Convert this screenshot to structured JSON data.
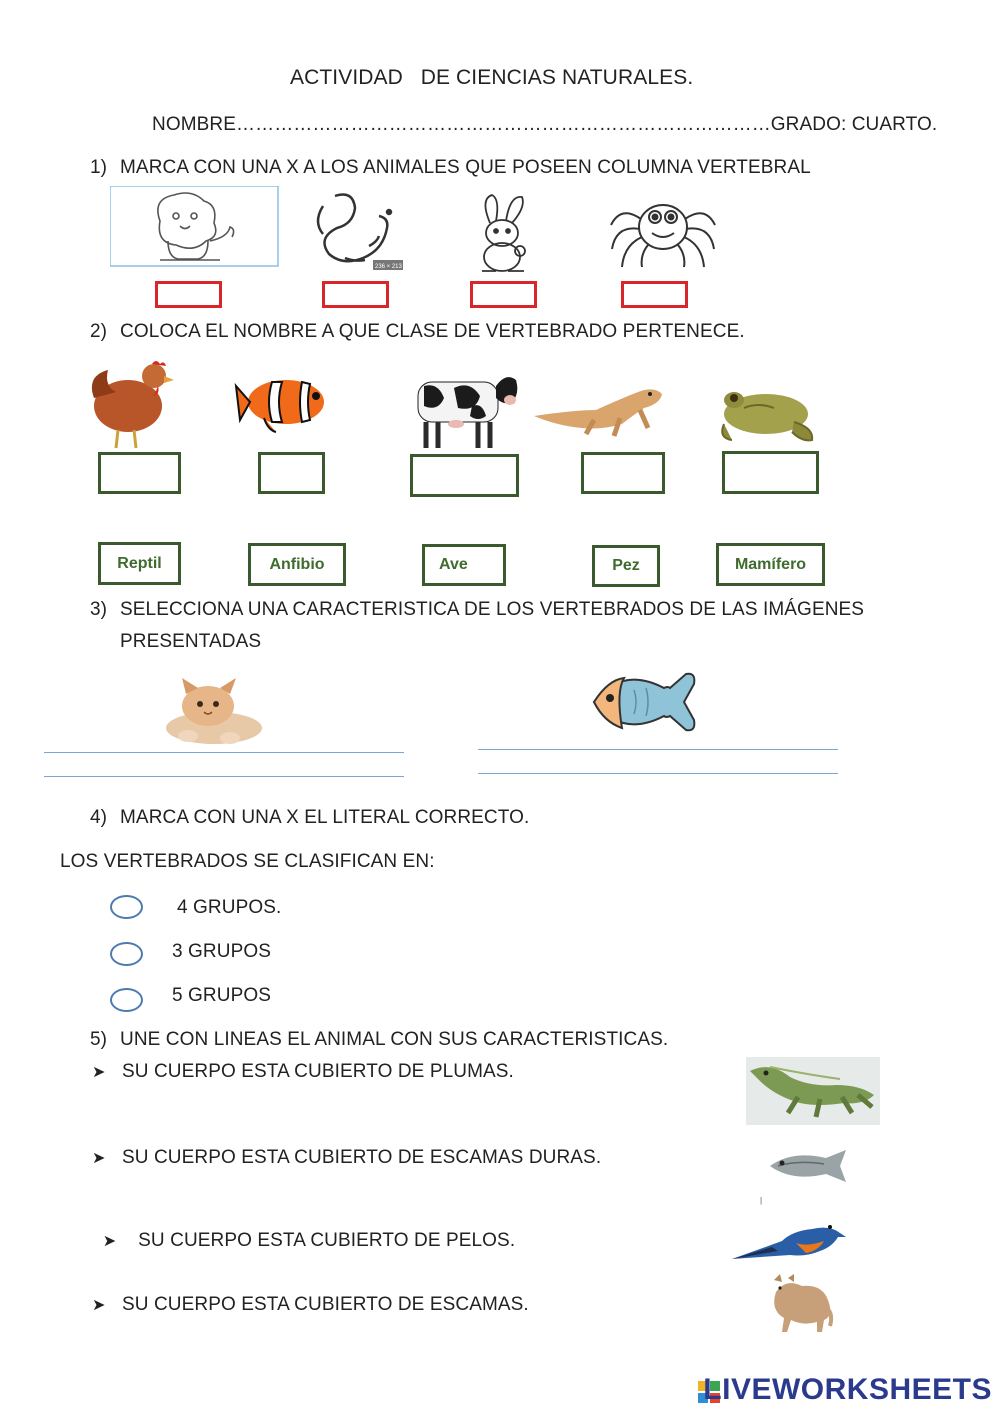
{
  "title": "ACTIVIDAD   DE CIENCIAS NATURALES.",
  "name_line": "NOMBRE…………………………………………………………………………GRADO: CUARTO.",
  "q1": {
    "num": "1)",
    "text": "MARCA CON  UNA X A LOS  ANIMALES QUE POSEEN COLUMNA VERTEBRAL",
    "worm_caption": "236 × 213"
  },
  "q2": {
    "num": "2)",
    "text": "COLOCA EL NOMBRE A QUE CLASE DE VERTEBRADO PERTENECE.",
    "labels": [
      "Reptil",
      "Anfibio",
      "Ave",
      "Pez",
      "Mamífero"
    ]
  },
  "q3": {
    "num": "3)",
    "text_line1": "SELECCIONA UNA  CARACTERISTICA DE LOS VERTEBRADOS DE LAS IMÁGENES",
    "text_line2": "PRESENTADAS"
  },
  "q4": {
    "num": "4)",
    "text": "MARCA CON UNA X EL LITERAL CORRECTO.",
    "sub": "LOS VERTEBRADOS SE CLASIFICAN EN:",
    "options": [
      "4 GRUPOS.",
      "3 GRUPOS",
      "5 GRUPOS"
    ]
  },
  "q5": {
    "num": "5)",
    "text": "UNE CON LINEAS EL ANIMAL CON SUS CARACTERISTICAS.",
    "items": [
      "SU CUERPO ESTA CUBIERTO DE PLUMAS.",
      "SU CUERPO ESTA CUBIERTO DE ESCAMAS DURAS.",
      " SU CUERPO ESTA CUBIERTO DE PELOS.",
      "SU CUERPO ESTA CUBIERTO DE ESCAMAS."
    ]
  },
  "brand": "LIVEWORKSHEETS",
  "colors": {
    "red_box": "#d9262b",
    "green_box": "#3a5a2e",
    "label_text": "#3f6b2e",
    "answer_line": "#7aa6d6",
    "brand": "#2b3a8c"
  }
}
